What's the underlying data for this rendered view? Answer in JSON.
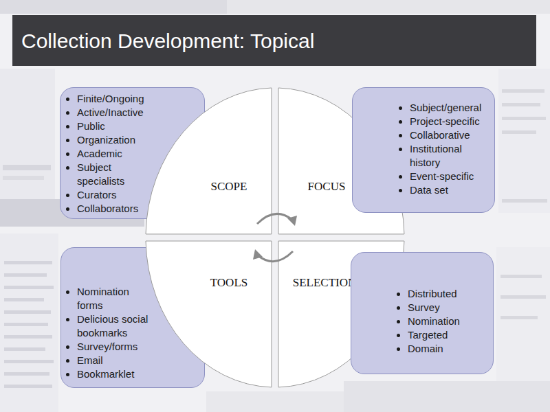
{
  "diagram": {
    "title": "Collection Development: Topical",
    "nodes": [
      {
        "text": [
          "Finite/Ongoing",
          "Active/Inactive",
          "Public",
          "Organization",
          "Academic",
          "Subject specialists",
          "Curators",
          "Collaborators"
        ]
      },
      {
        "text": [
          "SCOPE"
        ]
      },
      {
        "text": [
          "FOCUS"
        ]
      },
      {
        "text": [
          "Subject/general",
          "Project-specific",
          "Collaborative",
          "Institutional history",
          "Event-specific",
          "Data set"
        ]
      },
      {
        "text": [
          "Nomination forms",
          "Delicious social bookmarks",
          "Survey/forms",
          "Email",
          "Bookmarklet"
        ]
      },
      {
        "text": [
          "TOOLS"
        ]
      },
      {
        "text": [
          "SELECTION"
        ]
      },
      {
        "text": [
          "Distributed",
          "Survey",
          "Nomination",
          "Targeted",
          "Domain"
        ]
      }
    ]
  }
}
